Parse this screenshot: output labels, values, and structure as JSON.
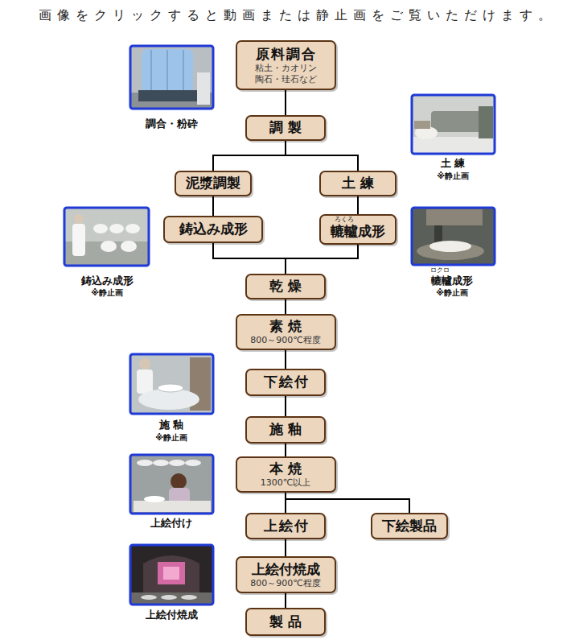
{
  "diagram": {
    "title": "画像をクリックすると動画または静止画をご覧いただけます。",
    "nodes": [
      {
        "text": [
          "原料調合",
          "粘土・カオリン 陶石・珪石など"
        ]
      },
      {
        "text": [
          "調製"
        ]
      },
      {
        "text": [
          "泥漿調製"
        ]
      },
      {
        "text": [
          "土練"
        ]
      },
      {
        "text": [
          "鋳込み成形"
        ]
      },
      {
        "text": [
          "ろくろ",
          "轆轤成形"
        ]
      },
      {
        "text": [
          "乾燥"
        ]
      },
      {
        "text": [
          "素焼",
          "800～900℃程度"
        ]
      },
      {
        "text": [
          "下絵付"
        ]
      },
      {
        "text": [
          "施釉"
        ]
      },
      {
        "text": [
          "本焼",
          "1300℃以上"
        ]
      },
      {
        "text": [
          "上絵付"
        ]
      },
      {
        "text": [
          "下絵製品"
        ]
      },
      {
        "text": [
          "上絵付焼成",
          "800～900℃程度"
        ]
      },
      {
        "text": [
          "製品"
        ]
      }
    ],
    "edges": [
      {
        "from": 0,
        "to": 1,
        "arrow": "none"
      },
      {
        "from": 1,
        "to": 2,
        "arrow": "none"
      },
      {
        "from": 1,
        "to": 3,
        "arrow": "none"
      },
      {
        "from": 2,
        "to": 4,
        "arrow": "none"
      },
      {
        "from": 3,
        "to": 5,
        "arrow": "none"
      },
      {
        "from": 4,
        "to": 6,
        "arrow": "none"
      },
      {
        "from": 5,
        "to": 6,
        "arrow": "none"
      },
      {
        "from": 6,
        "to": 7,
        "arrow": "none"
      },
      {
        "from": 7,
        "to": 8,
        "arrow": "none"
      },
      {
        "from": 8,
        "to": 9,
        "arrow": "none"
      },
      {
        "from": 9,
        "to": 10,
        "arrow": "none"
      },
      {
        "from": 10,
        "to": 11,
        "arrow": "none"
      },
      {
        "from": 10,
        "to": 12,
        "arrow": "none"
      },
      {
        "from": 11,
        "to": 13,
        "arrow": "none"
      },
      {
        "from": 13,
        "to": 14,
        "arrow": "none"
      }
    ],
    "labels": [
      "調合・粉砕",
      "土 練",
      "※静止画",
      "ロクロ",
      "鋳込み成形",
      "轆轤成形",
      "※静止画",
      "※静止画",
      "施 釉",
      "※静止画",
      "上絵付け",
      "上絵付焼成"
    ]
  }
}
